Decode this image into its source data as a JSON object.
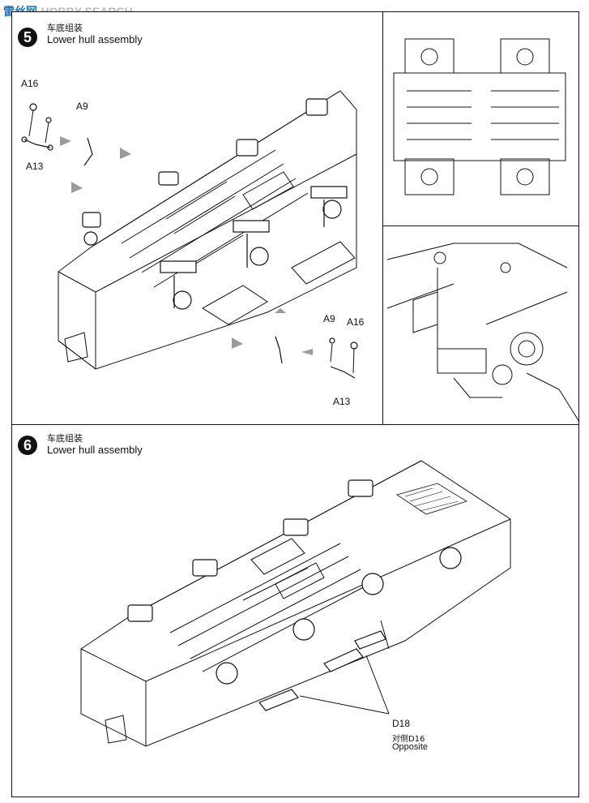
{
  "watermark": {
    "chinese": "雷丝网",
    "english": "HOBBY SEARCH"
  },
  "step5": {
    "number": "5",
    "title_cn": "车底组装",
    "title_en": "Lower hull assembly",
    "parts": [
      "A16",
      "A9",
      "A13",
      "A9",
      "A16",
      "A13"
    ]
  },
  "step6": {
    "number": "6",
    "title_cn": "车底组装",
    "title_en": "Lower hull assembly",
    "part_main": "D18",
    "part_opposite": "对侧D16",
    "opposite_en": "Opposite"
  }
}
